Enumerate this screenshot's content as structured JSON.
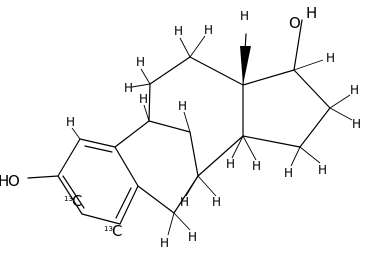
{
  "diagram": {
    "type": "skeletal structure",
    "atom_labels": {
      "hydroxyl_aromatic": "O",
      "hydroxyl_aromatic_h": "H",
      "hydroxyl_17": "O",
      "hydroxyl_17_h": "H",
      "isotope_mass": "13",
      "isotope_element": "C",
      "hydrogen": "H"
    }
  }
}
